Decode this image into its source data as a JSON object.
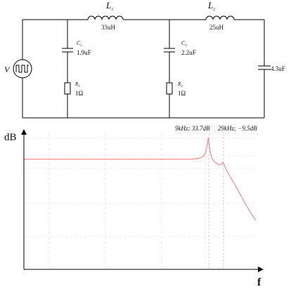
{
  "circuit": {
    "source": {
      "label": "V",
      "icon": "square-wave-source-icon"
    },
    "inductors": [
      {
        "symbol": "L",
        "subscript": "1",
        "value": "33uH"
      },
      {
        "symbol": "L",
        "subscript": "2",
        "value": "25uH"
      }
    ],
    "branch1": {
      "capacitor": {
        "symbol": "C",
        "subscript": "1",
        "value": "1.9uF"
      },
      "resistor": {
        "symbol": "R",
        "subscript": "1",
        "value": "1Ω"
      }
    },
    "branch2": {
      "capacitor": {
        "symbol": "C",
        "subscript": "2",
        "value": "2.2uF"
      },
      "resistor": {
        "symbol": "R",
        "subscript": "2",
        "value": "1Ω"
      }
    },
    "load_capacitor": {
      "value": "4.3uF"
    }
  },
  "bode": {
    "y_axis_label": "dB",
    "x_axis_label": "f",
    "annotations": [
      "9kHz; 33.7dB",
      "29kHz; −9.5dB"
    ],
    "curve_color": "#f08a8a",
    "grid_color": "#dddddd"
  }
}
